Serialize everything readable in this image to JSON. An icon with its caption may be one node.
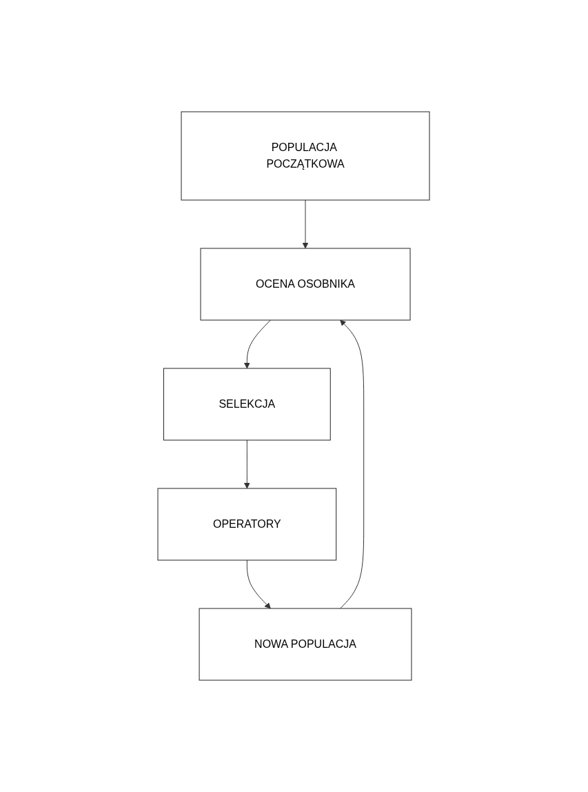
{
  "diagram": {
    "nodes": [
      {
        "text": [
          "POPULACJA POCZĄTKOWA"
        ]
      },
      {
        "text": [
          "OCENA OSOBNIKA"
        ]
      },
      {
        "text": [
          "SELEKCJA"
        ]
      },
      {
        "text": [
          "OPERATORY"
        ]
      },
      {
        "text": [
          "NOWA POPULACJA"
        ]
      }
    ],
    "edges": [
      {
        "from": 0,
        "to": 1,
        "arrow": "to"
      },
      {
        "from": 1,
        "to": 2,
        "arrow": "to"
      },
      {
        "from": 2,
        "to": 3,
        "arrow": "to"
      },
      {
        "from": 3,
        "to": 4,
        "arrow": "to"
      },
      {
        "from": 4,
        "to": 1,
        "arrow": "to"
      }
    ]
  }
}
